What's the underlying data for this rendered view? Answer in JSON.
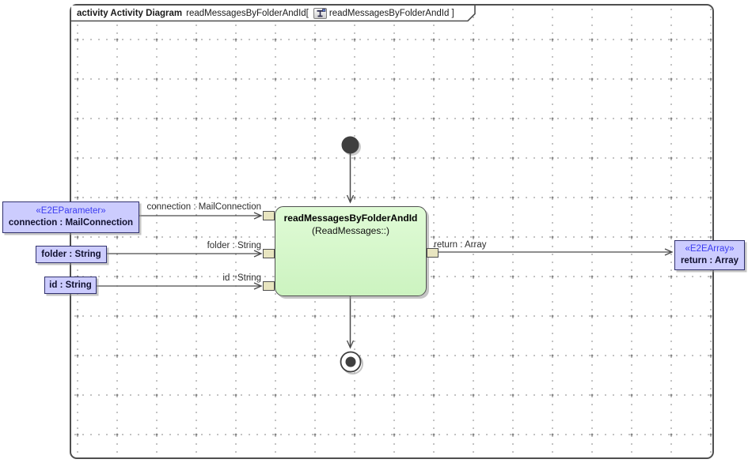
{
  "frame": {
    "kind_label": "activity Activity Diagram",
    "diagram_name": "readMessagesByFolderAndId[",
    "icon": "activity-diagram-icon",
    "inner_name": "readMessagesByFolderAndId ]"
  },
  "action": {
    "name": "readMessagesByFolderAndId",
    "qualifier": "(ReadMessages::)"
  },
  "parameters": [
    {
      "stereotype": "«E2EParameter»",
      "name": "connection : MailConnection"
    },
    {
      "name": "folder : String"
    },
    {
      "name": "id : String"
    }
  ],
  "result": {
    "stereotype": "«E2EArray»",
    "name": "return : Array"
  },
  "edges": [
    {
      "label": "connection : MailConnection"
    },
    {
      "label": "folder : String"
    },
    {
      "label": "id : String"
    },
    {
      "label": "return : Array"
    }
  ],
  "nodes": {
    "initial": "initial-node",
    "final": "activity-final-node"
  },
  "colors": {
    "action_fill": "#d5f8ca",
    "parameter_fill": "#ccccfe",
    "parameter_border": "#31316e",
    "stereotype_text": "#3b3bf0",
    "pin_fill": "#e8e5c0",
    "edge_line": "#4a4a4a",
    "node_fill": "#3f3f3f",
    "grid_dot": "#9b9b9b"
  }
}
